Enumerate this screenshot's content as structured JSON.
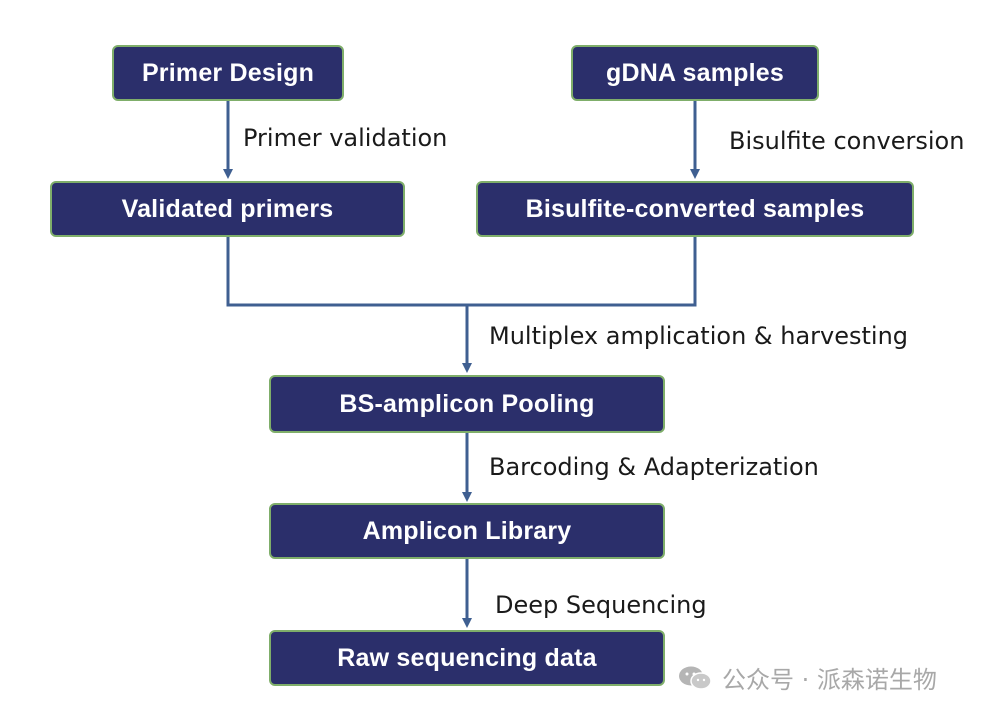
{
  "nodes": {
    "primer_design": "Primer Design",
    "gdna_samples": "gDNA samples",
    "validated_primers": "Validated primers",
    "bisulfite_converted": "Bisulfite-converted samples",
    "bs_amplicon_pooling": "BS-amplicon Pooling",
    "amplicon_library": "Amplicon Library",
    "raw_sequencing_data": "Raw sequencing data"
  },
  "edges": {
    "primer_validation": "Primer validation",
    "bisulfite_conversion": "Bisulfite conversion",
    "multiplex": "Multiplex amplication & harvesting",
    "barcoding": "Barcoding & Adapterization",
    "deep_sequencing": "Deep Sequencing"
  },
  "watermark": {
    "text": "公众号 · 派森诺生物",
    "logo_icon": "wechat-icon"
  },
  "colors": {
    "box_fill": "#2b2f6b",
    "box_border": "#7fae6a",
    "connector": "#3f5f91",
    "text": "#1a1a1a"
  }
}
